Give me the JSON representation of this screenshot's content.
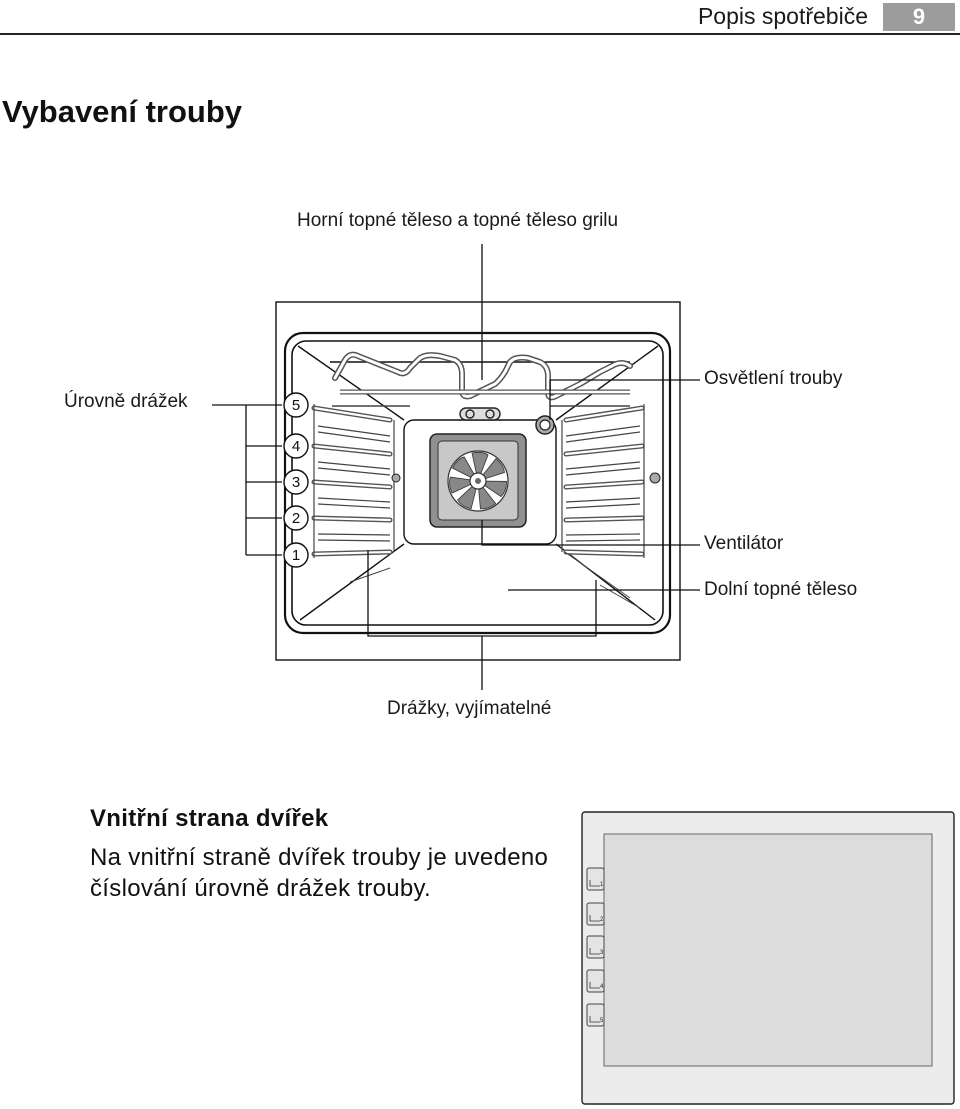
{
  "header": {
    "title": "Popis spotřebiče",
    "page_number": "9"
  },
  "section": {
    "title": "Vybavení trouby"
  },
  "diagram": {
    "labels": {
      "top_heating": "Horní topné těleso a topné těleso grilu",
      "shelf_levels": "Úrovně drážek",
      "lighting": "Osvětlení trouby",
      "fan": "Ventilátor",
      "bottom_heating": "Dolní topné těleso",
      "rails": "Drážky, vyjímatelné"
    },
    "level_numbers": [
      "5",
      "4",
      "3",
      "2",
      "1"
    ]
  },
  "door_section": {
    "heading": "Vnitřní strana dvířek",
    "body": "Na vnitřní straně dvířek trouby je uvedeno číslování úrovně drážek trouby.",
    "door_levels": [
      "1",
      "2",
      "3",
      "4",
      "5"
    ]
  }
}
